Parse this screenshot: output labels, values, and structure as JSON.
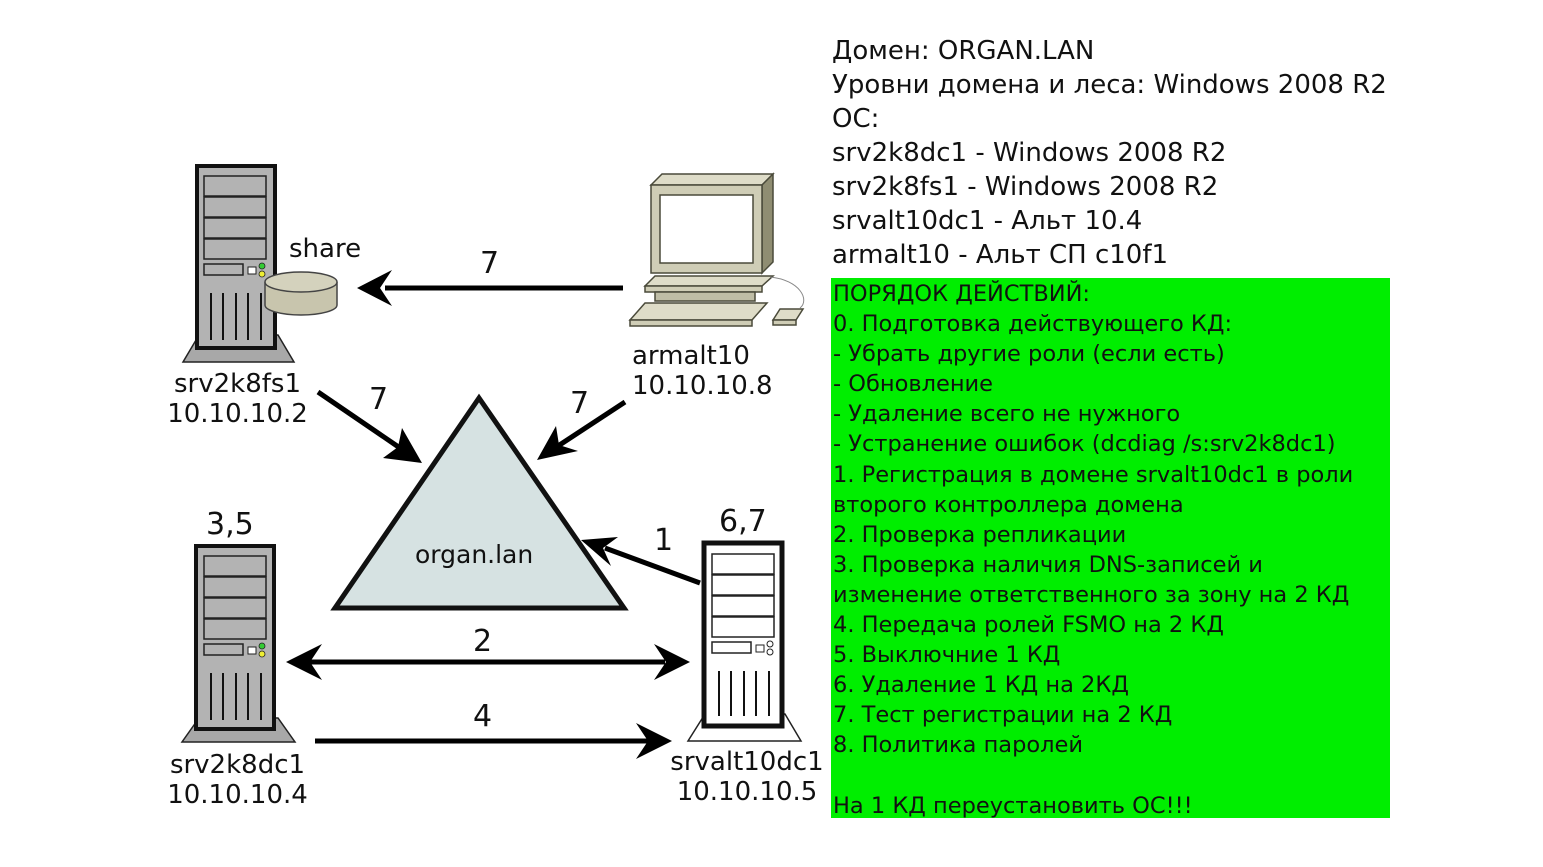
{
  "domain_info": {
    "lines": [
      "Домен: ORGAN.LAN",
      "Уровни домена и леса: Windows 2008 R2",
      "ОС:",
      "srv2k8dc1 - Windows 2008 R2",
      "srv2k8fs1 - Windows 2008 R2",
      "srvalt10dc1 - Альт 10.4",
      "armalt10 - Альт СП c10f1"
    ]
  },
  "procedure": {
    "background": "#00ee00",
    "lines": [
      "ПОРЯДОК ДЕЙСТВИЙ:",
      "0. Подготовка действующего КД:",
      "- Убрать другие роли (если есть)",
      "- Обновление",
      "- Удаление всего не нужного",
      "- Устранение ошибок (dcdiag /s:srv2k8dc1)",
      "1. Регистрация в домене srvalt10dc1 в роли",
      "второго контроллера домена",
      "2. Проверка репликации",
      "3. Проверка наличия DNS-записей и",
      "изменение ответственного за зону на 2 КД",
      "4. Передача ролей FSMO на 2 КД",
      "5. Выключние 1 КД",
      "6. Удаление 1 КД на 2КД",
      "7. Тест регистрации на 2 КД",
      "8. Политика паролей",
      "",
      "На 1 КД переустановить ОС!!!"
    ]
  },
  "nodes": {
    "fileserver": {
      "name": "srv2k8fs1",
      "ip": "10.10.10.2",
      "share_label": "share",
      "icon": "server-tower-icon"
    },
    "workstation": {
      "name": "armalt10",
      "ip": "10.10.10.8",
      "icon": "desktop-computer-icon"
    },
    "dc_old": {
      "name": "srv2k8dc1",
      "ip": "10.10.10.4",
      "steps": "3,5",
      "icon": "server-tower-icon"
    },
    "dc_new": {
      "name": "srvalt10dc1",
      "ip": "10.10.10.5",
      "steps": "6,7",
      "icon": "server-tower-icon"
    },
    "domain": {
      "name": "organ.lan",
      "icon": "domain-triangle-icon"
    }
  },
  "edges": {
    "workstation_to_share": "7",
    "fileserver_to_domain": "7",
    "workstation_to_domain": "7",
    "dc_new_to_domain": "1",
    "dc_replication": "2",
    "dc_fsmo_transfer": "4"
  },
  "colors": {
    "server_fill": "#b3b3b3",
    "server_new_fill": "#ffffff",
    "domain_fill": "#d6e2e2",
    "computer_fill": "#cfcdb6",
    "share_fill": "#c8c5ad"
  }
}
